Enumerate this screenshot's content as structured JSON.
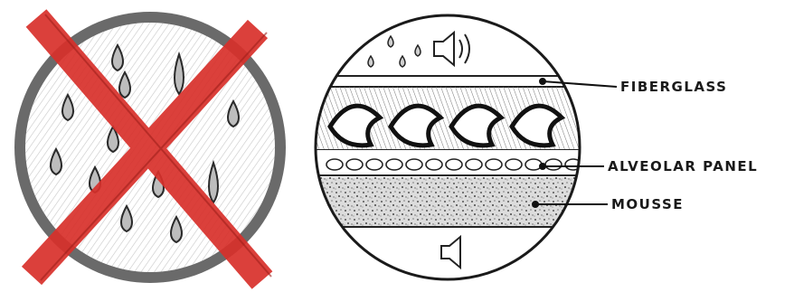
{
  "labels": {
    "fiberglass": "FIBERGLASS",
    "alveolar_panel": "ALVEOLAR PANEL",
    "mousse": "MOUSSE"
  },
  "icons": {
    "left": [
      "water-drop-icon",
      "cross-out-icon"
    ],
    "right": [
      "sound-waves-icon",
      "speaker-icon"
    ]
  },
  "colors": {
    "ink": "#1a1a1a",
    "cross": "#d8302b",
    "ring": "#555555"
  }
}
